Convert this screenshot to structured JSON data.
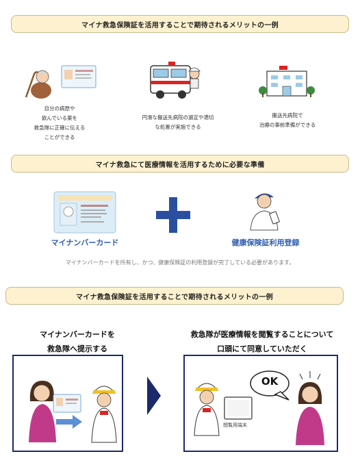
{
  "banners": {
    "top": "マイナ救急保険証を活用することで期待されるメリットの一例",
    "middle": "マイナ救急にて医療情報を活用するために必要な準備",
    "bottom": "マイナ救急保険証を活用することで期待されるメリットの一例"
  },
  "benefits": [
    {
      "lines": [
        "自分の病歴や",
        "飲んでいる薬を",
        "救急隊に正確に伝える",
        "ことができる"
      ],
      "icon": "elderly-patient-with-card-icon"
    },
    {
      "lines": [
        "円滑な搬送先病院の選定や適切",
        "な処置が実施できる"
      ],
      "icon": "ambulance-icon"
    },
    {
      "lines": [
        "搬送先病院で",
        "治療の事前準備ができる"
      ],
      "icon": "hospital-icon"
    }
  ],
  "preparation": {
    "card_label": "マイナンバーカード",
    "registration_label": "健康保険証利用登録",
    "plus_symbol": "+",
    "note": "マイナンバーカードを所有し、かつ、健康保険証の利用登録が完了している必要があります。"
  },
  "steps": [
    {
      "title_lines": [
        "マイナンバーカードを",
        "救急隊へ提示する"
      ]
    },
    {
      "title_lines": [
        "救急隊が医療情報を閲覧することについて",
        "口頭にて同意していただく"
      ],
      "speech": "OK",
      "device_label": "閲覧用端末"
    }
  ],
  "colors": {
    "banner_bg": "#fdf1cf",
    "accent_blue": "#2e5db0",
    "frame_navy": "#1b2a6b",
    "plus_blue": "#2b4fa0"
  }
}
